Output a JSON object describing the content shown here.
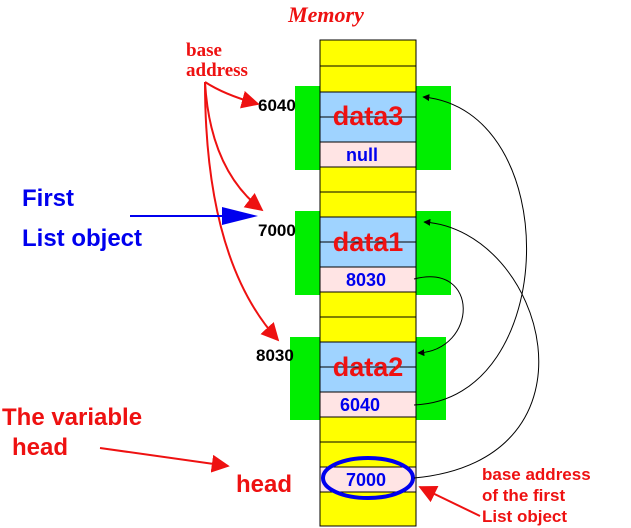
{
  "title": "Memory",
  "labels": {
    "base_address_line1": "base",
    "base_address_line2": "address",
    "first_line1": "First",
    "first_line2": "List object",
    "variable_line1": "The variable",
    "variable_line2": "head",
    "head": "head",
    "note_line1": "base address",
    "note_line2": "of the first",
    "note_line3": "List object"
  },
  "addresses": {
    "a6040": "6040",
    "a7000": "7000",
    "a8030": "8030"
  },
  "nodes": [
    {
      "data": "data3",
      "link": "null"
    },
    {
      "data": "data1",
      "link": "8030"
    },
    {
      "data": "data2",
      "link": "6040"
    }
  ],
  "head_value": "7000",
  "colors": {
    "memory_cell": "#ffff00",
    "node_bg": "#00ee00",
    "data_field": "#9fd3ff",
    "link_field": "#ffe4e4",
    "red": "#ee1111",
    "blue": "#0000ee"
  }
}
